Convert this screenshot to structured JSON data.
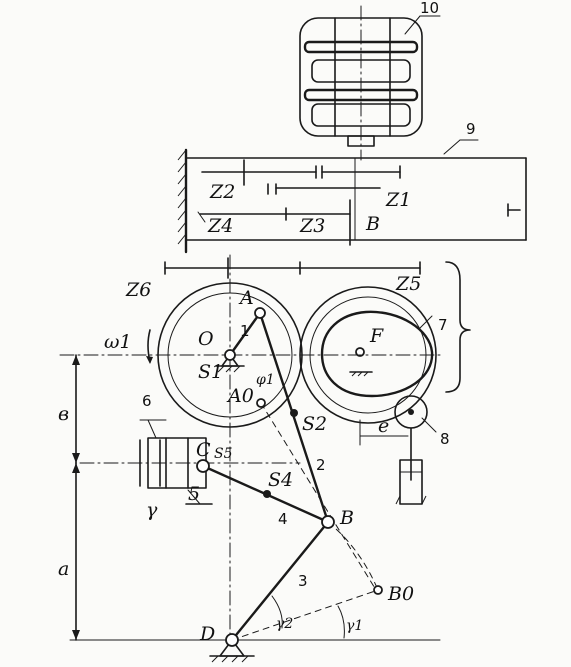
{
  "labels": {
    "motor_num": "10",
    "frame_num": "9",
    "z1": "Z1",
    "z2": "Z2",
    "z3": "Z3",
    "z4": "Z4",
    "z5": "Z5",
    "z6": "Z6",
    "gear_b": "B",
    "cam_num": "7",
    "follower_num": "8",
    "slider_num": "6",
    "omega": "ω1",
    "dim_b": "в",
    "dim_a": "a",
    "dim_e": "e",
    "pt_O": "O",
    "pt_S1": "S1",
    "pt_A": "A",
    "pt_A0": "A0",
    "pt_phi": "φ1",
    "link1": "1",
    "pt_F": "F",
    "pt_S2": "S2",
    "link2": "2",
    "pt_C": "C",
    "pt_S5": "S5",
    "pt_5": "5",
    "pt_gamma": "γ",
    "pt_S4": "S4",
    "link4": "4",
    "pt_B": "B",
    "link3": "3",
    "pt_B0": "B0",
    "pt_D": "D",
    "gamma2": "γ2",
    "gamma1": "γ1"
  }
}
